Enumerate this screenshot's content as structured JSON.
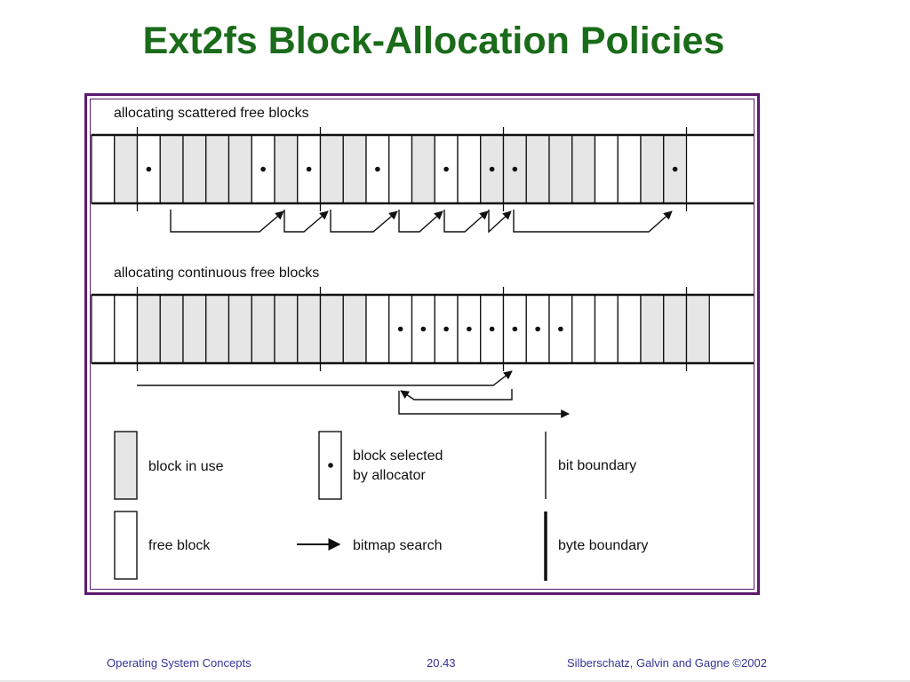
{
  "slide": {
    "title": "Ext2fs Block-Allocation Policies"
  },
  "diagram": {
    "scattered": {
      "label": "allocating scattered free blocks",
      "blocks": [
        "free",
        "used",
        "free",
        "used",
        "used",
        "used",
        "used",
        "free",
        "used",
        "free",
        "used",
        "used",
        "free",
        "free",
        "used",
        "free",
        "free",
        "used",
        "used",
        "used",
        "used",
        "used",
        "free",
        "free",
        "used",
        "used"
      ],
      "selected": [
        2,
        7,
        9,
        12,
        15,
        17,
        18,
        25
      ]
    },
    "continuous": {
      "label": "allocating continuous free blocks",
      "blocks": [
        "free",
        "free",
        "used",
        "used",
        "used",
        "used",
        "used",
        "used",
        "used",
        "used",
        "used",
        "used",
        "free",
        "free",
        "free",
        "free",
        "free",
        "free",
        "free",
        "free",
        "free",
        "free",
        "free",
        "free",
        "used",
        "used",
        "used"
      ],
      "selected": [
        13,
        14,
        15,
        16,
        17,
        18,
        19,
        20
      ]
    },
    "legend": {
      "block_in_use": "block in use",
      "free_block": "free block",
      "block_selected_line1": "block selected",
      "block_selected_line2": "by allocator",
      "bitmap_search": "bitmap search",
      "bit_boundary": "bit boundary",
      "byte_boundary": "byte boundary"
    },
    "colors": {
      "used_fill": "#e6e6e6",
      "free_fill": "#ffffff",
      "frame": "#5c1a6e",
      "title": "#1a6b1a",
      "footer": "#333399"
    }
  },
  "footer": {
    "left": "Operating System Concepts",
    "center": "20.43",
    "right": "Silberschatz, Galvin and  Gagne ©2002"
  }
}
